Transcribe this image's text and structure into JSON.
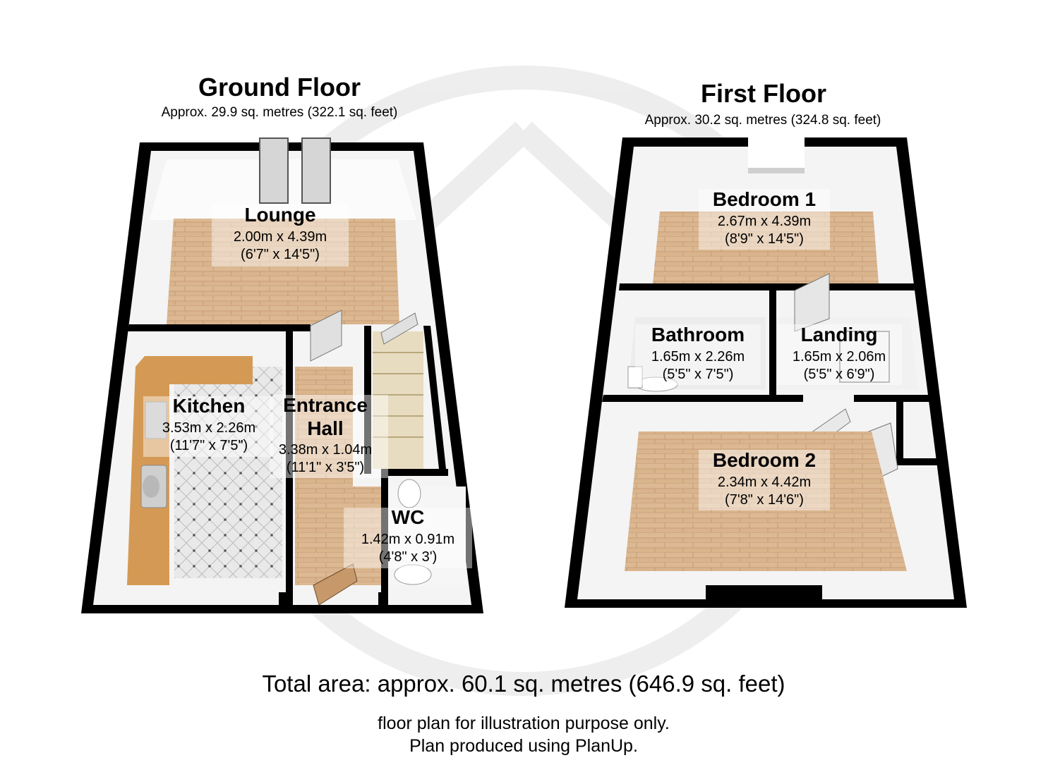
{
  "ground_floor": {
    "title": "Ground Floor",
    "area": "Approx. 29.9 sq. metres (322.1 sq. feet)",
    "rooms": [
      {
        "name": "Lounge",
        "metric": "2.00m x 4.39m",
        "imperial": "(6'7\" x 14'5\")"
      },
      {
        "name": "Kitchen",
        "metric": "3.53m x 2.26m",
        "imperial": "(11'7\" x 7'5\")"
      },
      {
        "name": "Entrance",
        "name2": "Hall",
        "metric": "3.38m x 1.04m",
        "imperial": "(11'1\" x 3'5\")"
      },
      {
        "name": "WC",
        "metric": "1.42m x 0.91m",
        "imperial": "(4'8\" x 3')"
      }
    ]
  },
  "first_floor": {
    "title": "First Floor",
    "area": "Approx. 30.2 sq. metres (324.8 sq. feet)",
    "rooms": [
      {
        "name": "Bedroom 1",
        "metric": "2.67m x 4.39m",
        "imperial": "(8'9\" x 14'5\")"
      },
      {
        "name": "Bathroom",
        "metric": "1.65m x 2.26m",
        "imperial": "(5'5\" x 7'5\")"
      },
      {
        "name": "Landing",
        "metric": "1.65m x 2.06m",
        "imperial": "(5'5\" x 6'9\")"
      },
      {
        "name": "Bedroom 2",
        "metric": "2.34m x 4.42m",
        "imperial": "(7'8\" x 14'6\")"
      }
    ]
  },
  "total_area": "Total area: approx. 60.1 sq. metres (646.9 sq. feet)",
  "disclaimer": {
    "line1": "floor plan for illustration purpose only.",
    "line2": "Plan produced using PlanUp."
  },
  "colors": {
    "wall": "#000000",
    "wood_floor": "#d9b48c",
    "kitchen_tile": "#e6e6e6",
    "worktop": "#d49a55",
    "watermark": "#e8e8e8"
  }
}
